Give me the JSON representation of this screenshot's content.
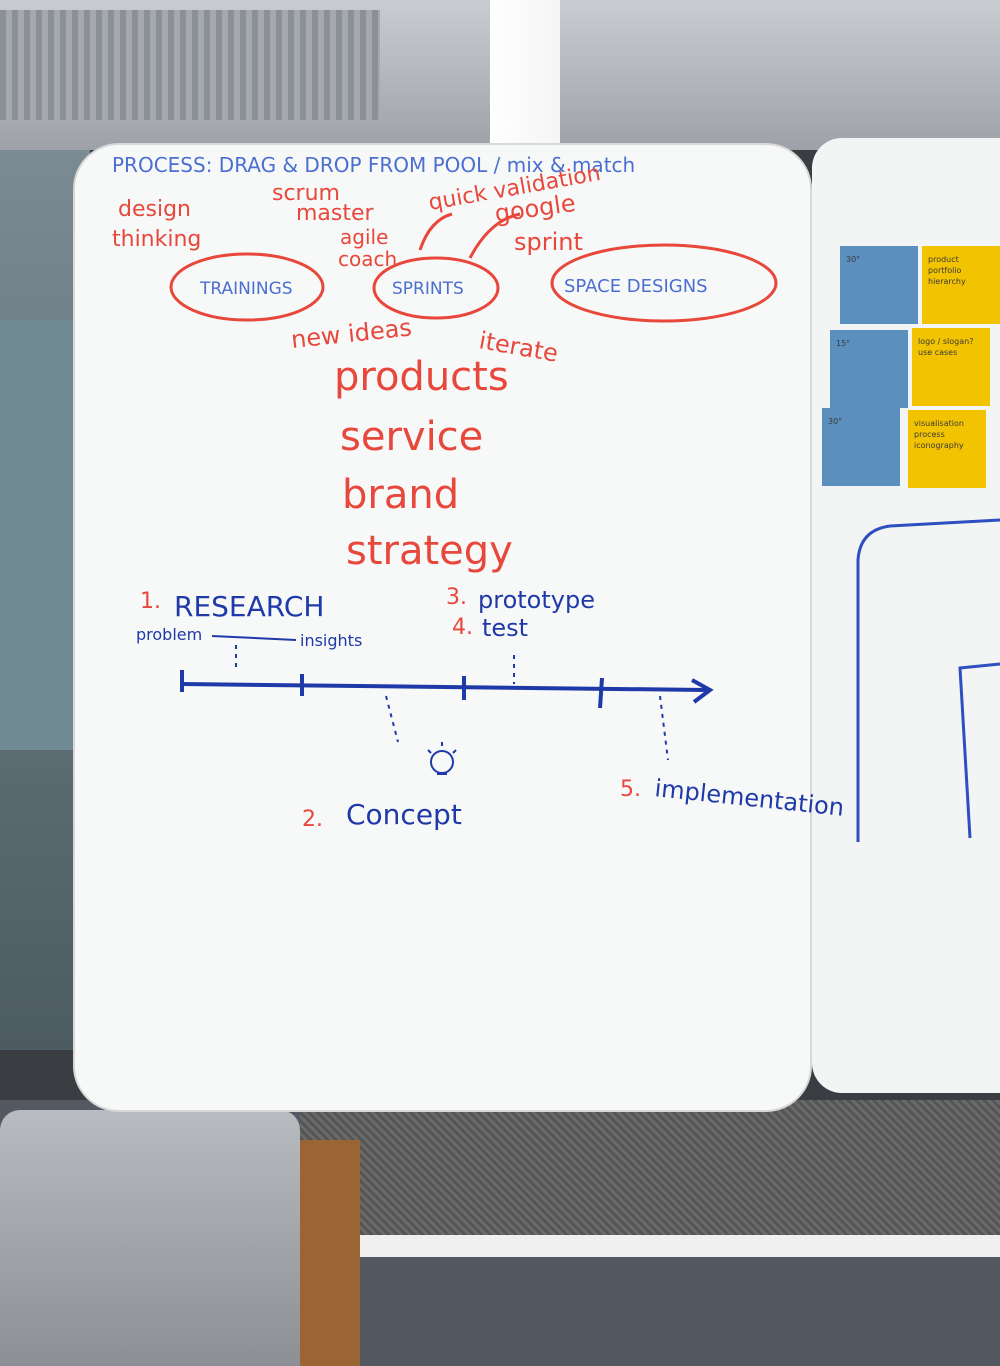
{
  "header_line": "PROCESS: DRAG & DROP FROM POOL / mix & match",
  "top_notes": {
    "design": "design",
    "thinking": "thinking",
    "scrum": "scrum",
    "master": "master",
    "agile": "agile",
    "coach": "coach",
    "quick_validation": "quick validation",
    "google": "google",
    "sprint": "sprint"
  },
  "ovals": {
    "trainings": "TRAININGS",
    "sprints": "SPRINTS",
    "space_designs": "SPACE DESIGNS"
  },
  "below_ovals": {
    "new_ideas": "new ideas",
    "iterate": "iterate"
  },
  "outputs": [
    "products",
    "service",
    "brand",
    "strategy"
  ],
  "timeline": {
    "step1_num": "1.",
    "step1": "RESEARCH",
    "problem": "problem",
    "insights": "insights",
    "step2_num": "2.",
    "step2": "Concept",
    "step3_num": "3.",
    "step3": "prototype",
    "step4_num": "4.",
    "step4": "test",
    "step5_num": "5.",
    "step5": "implementation"
  },
  "sticky_notes": [
    {
      "color": "#5b8fbe",
      "text": "30°"
    },
    {
      "color": "#f2c300",
      "text": "product portfolio hierarchy"
    },
    {
      "color": "#5b8fbe",
      "text": "15°"
    },
    {
      "color": "#f2c300",
      "text": "logo / slogan? use cases"
    },
    {
      "color": "#5b8fbe",
      "text": "30°"
    },
    {
      "color": "#f2c300",
      "text": "visualisation process iconography"
    }
  ],
  "colors": {
    "red_marker": "#e8473b",
    "blue_marker": "#1f3aa8",
    "light_blue_marker": "#4a6fd0"
  }
}
